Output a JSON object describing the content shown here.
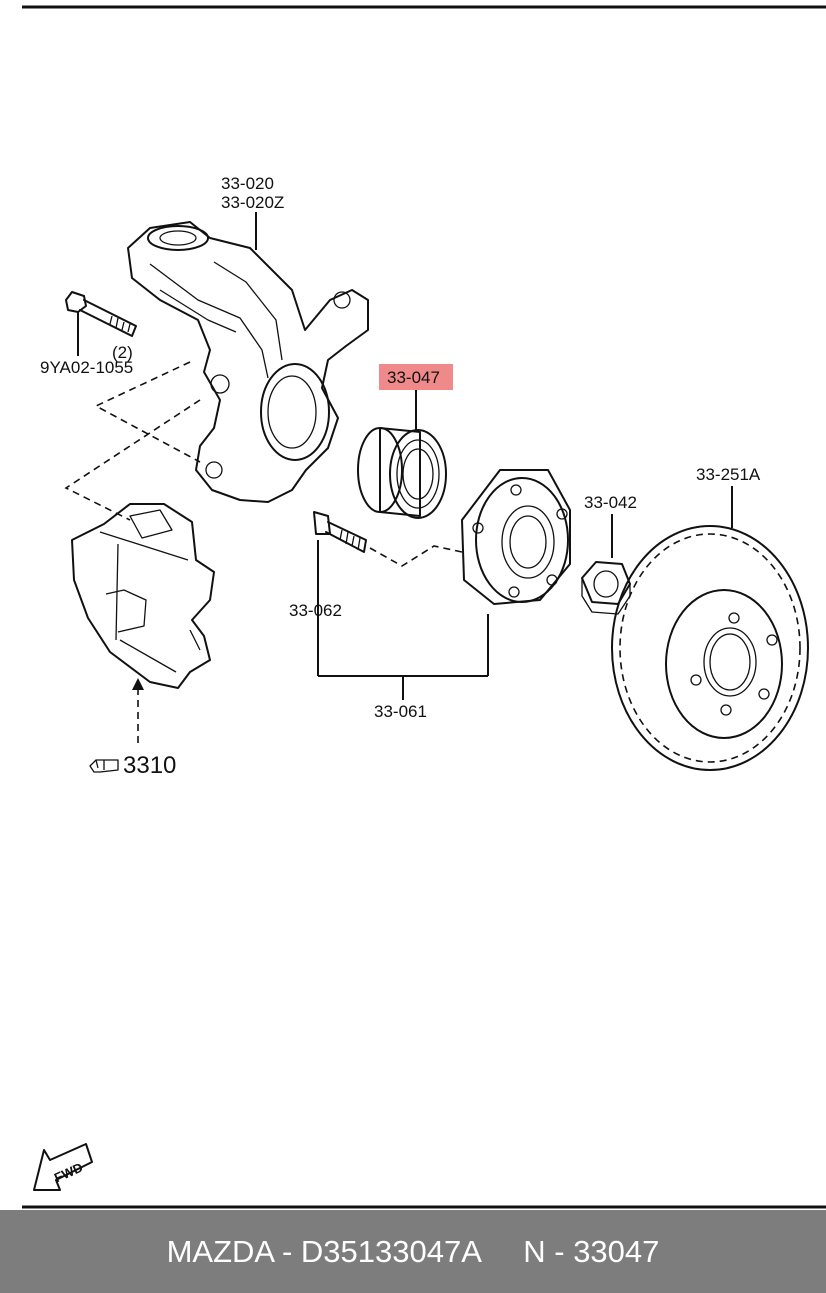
{
  "labels": {
    "knuckle_a": "33-020",
    "knuckle_b": "33-020Z",
    "bolt": "9YA02-1055",
    "bolt_qty": "(2)",
    "bearing": "33-047",
    "rotor": "33-251A",
    "nut": "33-042",
    "stud": "33-062",
    "hub_assembly": "33-061",
    "caliper_ref": "3310",
    "fwd": "FWD"
  },
  "footer": {
    "brand": "MAZDA",
    "part_number": "D35133047A",
    "ref_number": "N - 33047",
    "text": "MAZDA - D35133047A     N - 33047"
  },
  "colors": {
    "highlight": "#f08a8a",
    "footer_bg": "#7d7d7d",
    "footer_text": "#ffffff"
  },
  "icons": [
    "finger-pointer-icon",
    "fwd-arrow-icon"
  ]
}
